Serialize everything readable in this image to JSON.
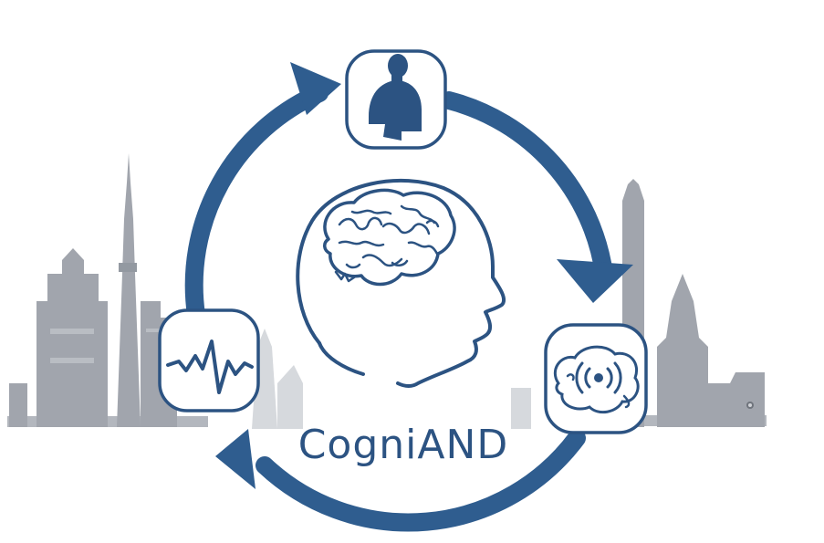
{
  "diagram": {
    "center_label": "CogniAND",
    "nodes": [
      {
        "id": "person",
        "icon": "person-silhouette-icon"
      },
      {
        "id": "waveform",
        "icon": "waveform-icon"
      },
      {
        "id": "brain-signal",
        "icon": "brain-signal-icon"
      }
    ],
    "center_icon": "head-with-brain-icon",
    "background": "city-skyline-silhouette",
    "colors": {
      "accent": "#2f5d8f",
      "skyline": "#9ea3ab",
      "skyline_light": "#c5c9cf",
      "node_fill": "#ffffff"
    }
  }
}
